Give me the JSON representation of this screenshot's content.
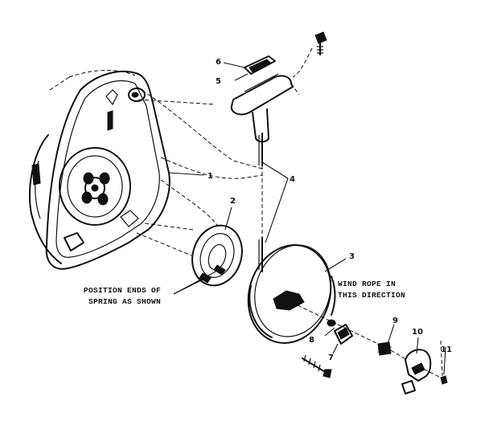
{
  "callouts": {
    "c1": "1",
    "c2": "2",
    "c3": "3",
    "c4": "4",
    "c5": "5",
    "c6": "6",
    "c7": "7",
    "c8": "8",
    "c9": "9",
    "c10": "10",
    "c11": "11"
  },
  "notes": {
    "spring_line1": "POSITION ENDS OF",
    "spring_line2": "SPRING AS SHOWN",
    "rope_line1": "WIND ROPE IN",
    "rope_line2": "THIS DIRECTION"
  }
}
